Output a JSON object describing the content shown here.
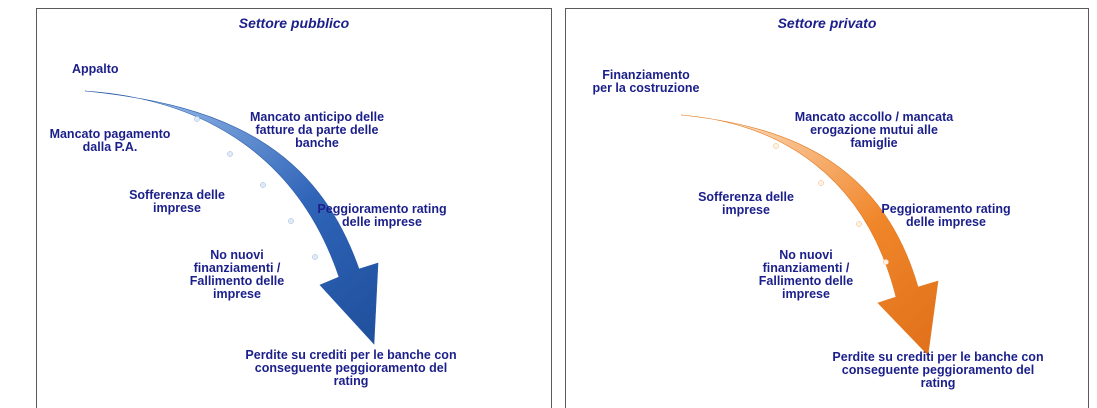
{
  "colors": {
    "text": "#1b1f8a",
    "border": "#5a5a5a",
    "arrow_public": "#2f64b8",
    "arrow_private": "#f0862a"
  },
  "panels": [
    {
      "title": "Settore pubblico",
      "labels": [
        "Appalto",
        "Mancato pagamento\ndalla P.A.",
        "Mancato anticipo delle\nfatture da parte delle\nbanche",
        "Sofferenza delle\nimprese",
        "Peggioramento rating\ndelle imprese",
        "No nuovi\nfinanziamenti /\nFallimento delle\nimprese",
        "Perdite su crediti per le banche con\nconseguente  peggioramento del\nrating"
      ]
    },
    {
      "title": "Settore privato",
      "labels": [
        "Finanziamento\nper la costruzione",
        "Mancato accollo / mancata\nerogazione mutui alle\nfamiglie",
        "Sofferenza delle\nimprese",
        "Peggioramento rating\ndelle imprese",
        "No nuovi\nfinanziamenti /\nFallimento delle\nimprese",
        "Perdite su crediti per le banche con\nconseguente  peggioramento del\nrating"
      ]
    }
  ]
}
